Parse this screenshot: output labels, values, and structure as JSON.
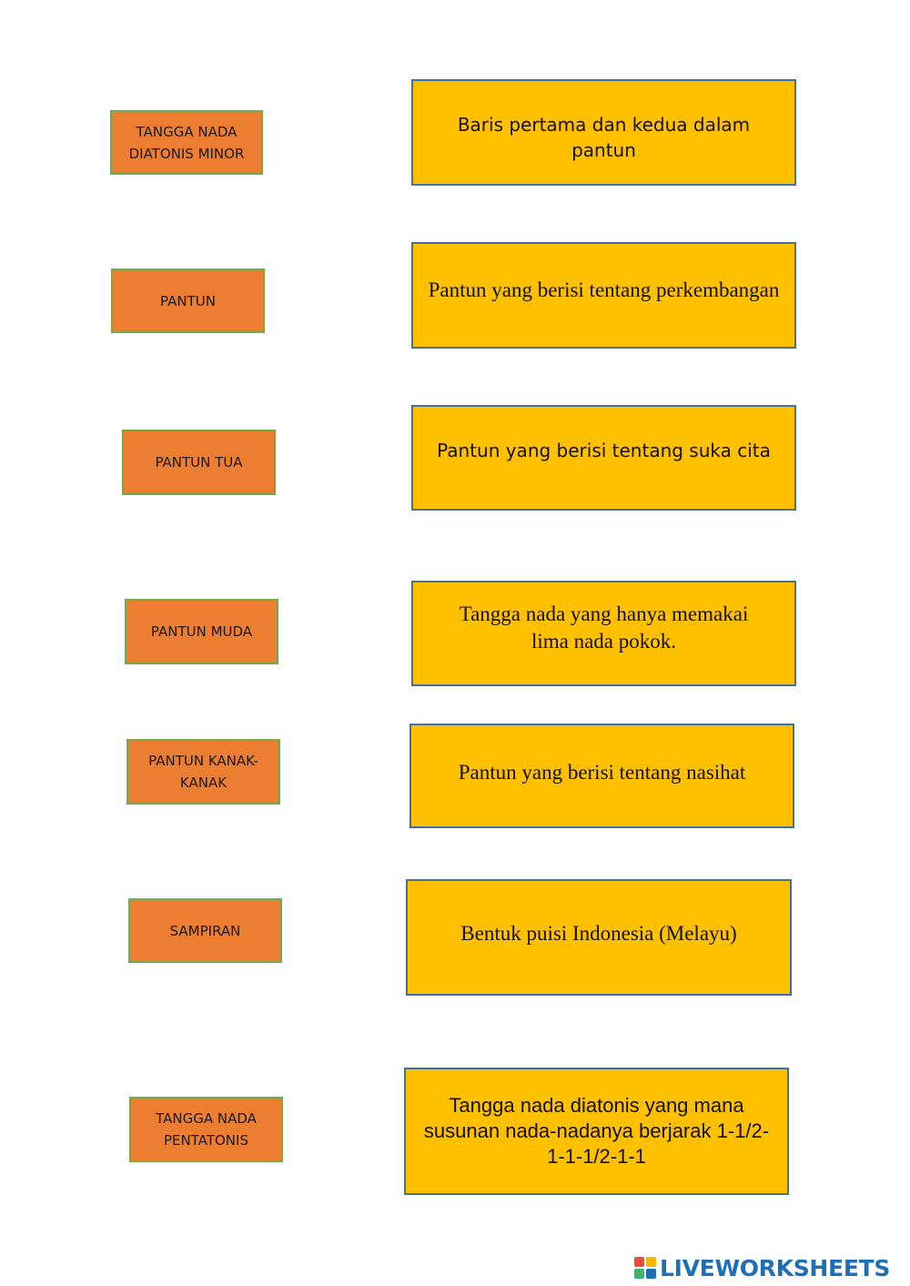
{
  "terms": [
    "TANGGA NADA DIATONIS MINOR",
    "PANTUN",
    "PANTUN TUA",
    "PANTUN MUDA",
    "PANTUN KANAK-KANAK",
    "SAMPIRAN",
    "TANGGA NADA PENTATONIS"
  ],
  "definitions": [
    "Baris pertama dan kedua dalam pantun",
    "Pantun yang berisi tentang perkembangan",
    "Pantun yang berisi tentang suka cita",
    "Tangga nada yang hanya memakai lima nada pokok.",
    "Pantun yang berisi tentang nasihat",
    "Bentuk puisi Indonesia (Melayu)",
    "Tangga nada diatonis yang mana susunan nada-nadanya berjarak 1-1/2-1-1-1/2-1-1"
  ],
  "brand": {
    "name": "LIVEWORKSHEETS",
    "icon_colors": [
      "#e94b3c",
      "#f7b500",
      "#3cb371",
      "#1f6fb5"
    ]
  },
  "colors": {
    "term_fill": "#ed7d31",
    "term_border": "#70ad47",
    "definition_fill": "#ffc000",
    "definition_border": "#41719c"
  }
}
